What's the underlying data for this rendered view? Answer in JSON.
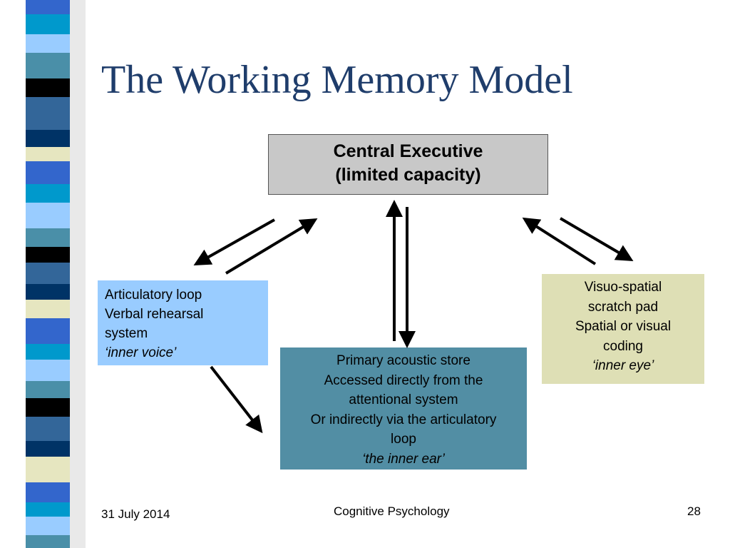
{
  "slide": {
    "title": "The Working Memory Model"
  },
  "diagram": {
    "central_executive": {
      "line1": "Central Executive",
      "line2": "(limited capacity)"
    },
    "articulatory_loop": {
      "line1": "Articulatory loop",
      "line2": "Verbal rehearsal",
      "line3": "system",
      "line4": "‘inner voice’"
    },
    "primary_acoustic_store": {
      "line1": "Primary acoustic store",
      "line2": "Accessed directly from the",
      "line3": "attentional system",
      "line4": "Or indirectly via the articulatory",
      "line5": "loop",
      "line6": "‘the inner ear’"
    },
    "visuo_spatial": {
      "line1": "Visuo-spatial",
      "line2": "scratch pad",
      "line3": "Spatial or visual",
      "line4": "coding",
      "line5": "‘inner eye’"
    }
  },
  "colors": {
    "title": "#1f3d6b",
    "central_executive_fill": "#c8c8c8",
    "articulatory_fill": "#99ccff",
    "acoustic_fill": "#528ea4",
    "visuo_fill": "#dedfb5"
  },
  "footer": {
    "date": "31 July 2014",
    "course": "Cognitive Psychology",
    "page_number": "28"
  }
}
